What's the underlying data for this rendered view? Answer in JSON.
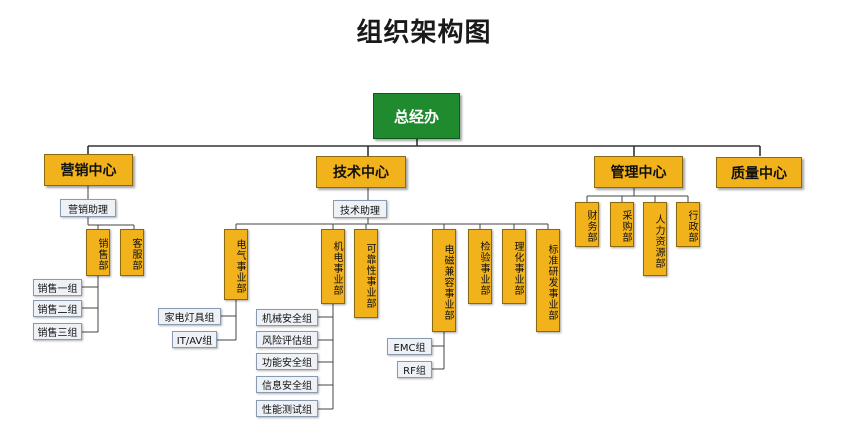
{
  "title": "组织架构图",
  "ceo": "总经办",
  "centers": {
    "sales": "营销中心",
    "tech": "技术中心",
    "mgmt": "管理中心",
    "quality": "质量中心"
  },
  "assistants": {
    "sales": "营销助理",
    "tech": "技术助理"
  },
  "departments": {
    "sales_dept": "销售部",
    "service_dept": "客服部",
    "electrical": "电气事业部",
    "mechatronics": "机电事业部",
    "reliability": "可靠性事业部",
    "emc": "电磁兼容事业部",
    "inspection": "检验事业部",
    "physchem": "理化事业部",
    "standards": "标准研发事业部",
    "finance": "财务部",
    "purchasing": "采购部",
    "hr": "人力资源部",
    "admin": "行政部"
  },
  "groups": {
    "sales": [
      "销售一组",
      "销售二组",
      "销售三组"
    ],
    "electrical": [
      "家电灯具组",
      "IT/AV组"
    ],
    "mechatronics": [
      "机械安全组",
      "风险评估组",
      "功能安全组",
      "信息安全组",
      "性能测试组"
    ],
    "emc": [
      "EMC组",
      "RF组"
    ]
  },
  "colors": {
    "ceo": "#1f8a2e",
    "center": "#f2b21b",
    "group": "#eef2f7"
  }
}
